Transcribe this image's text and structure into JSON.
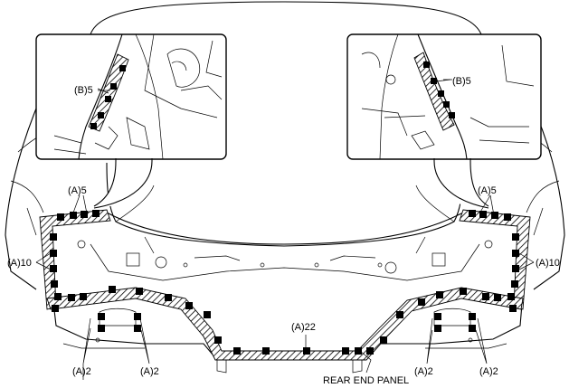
{
  "labels": {
    "b5_left": "(B)5",
    "b5_right": "(B)5",
    "a5_left": "(A)5",
    "a5_right": "(A)5",
    "a10_left": "(A)10",
    "a10_right": "(A)10",
    "a22": "(A)22",
    "a2_1": "(A)2",
    "a2_2": "(A)2",
    "a2_3": "(A)2",
    "a2_4": "(A)2",
    "rear_end_panel": "REAR END PANEL"
  },
  "colors": {
    "line": "#000000",
    "background": "#ffffff",
    "weld_point": "#000000"
  },
  "icons": {
    "weld_point": "solid-square-spot-weld",
    "seal_band": "hatched-sealer-band"
  }
}
